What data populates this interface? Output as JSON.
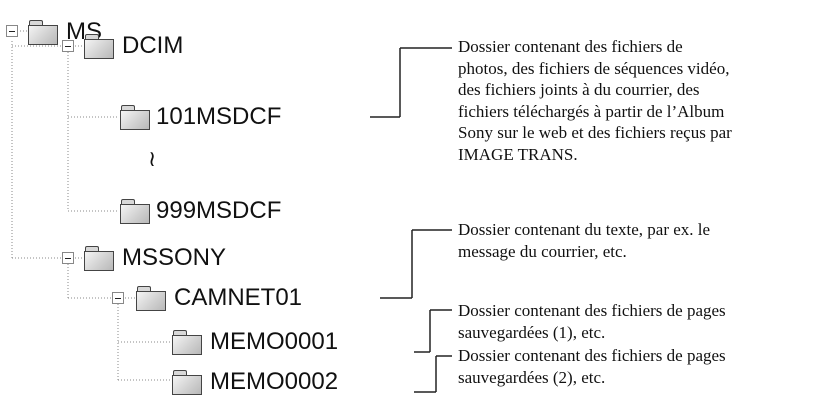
{
  "tree": {
    "root": "MS",
    "dcim": "DCIM",
    "f101": "101MSDCF",
    "gap": "≀",
    "f999": "999MSDCF",
    "mssony": "MSSONY",
    "camnet": "CAMNET01",
    "memo1": "MEMO0001",
    "memo2": "MEMO0002"
  },
  "annotations": {
    "dcim_folder": [
      "Dossier contenant des fichiers de",
      "photos, des fichiers de séquences vidéo,",
      "des fichiers joints à du courrier, des",
      "fichiers téléchargés à partir de l’Album",
      "Sony sur le web et des fichiers reçus par",
      "IMAGE TRANS."
    ],
    "camnet_folder": [
      "Dossier contenant du texte, par ex. le",
      "message du courrier, etc."
    ],
    "memo1_folder": [
      "Dossier contenant des fichiers de pages",
      "sauvegardées (1), etc."
    ],
    "memo2_folder": [
      "Dossier contenant des fichiers de pages",
      "sauvegardées (2), etc."
    ]
  }
}
